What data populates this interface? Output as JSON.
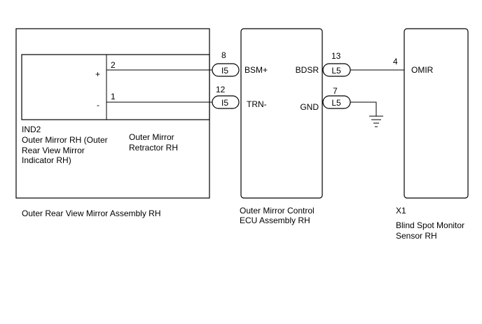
{
  "assembly_rh": {
    "name": "Outer Rear View Mirror Assembly RH",
    "indicator": {
      "code": "IND2",
      "name_lines": [
        "Outer Mirror RH (Outer",
        "Rear View Mirror",
        "Indicator RH)"
      ]
    },
    "retractor": {
      "name_lines": [
        "Outer Mirror",
        "Retractor RH"
      ],
      "plus_sign": "+",
      "minus_sign": "-"
    }
  },
  "ecu": {
    "name_lines": [
      "Outer Mirror Control",
      "ECU Assembly RH"
    ],
    "terminals_left": [
      "BSM+",
      "TRN-"
    ],
    "terminals_right": [
      "BDSR",
      "GND"
    ]
  },
  "sensor": {
    "code": "X1",
    "name_lines": [
      "Blind Spot Monitor",
      "Sensor RH"
    ],
    "terminal": "OMIR"
  },
  "wires": [
    {
      "from_pin": "2",
      "to_pin": "8",
      "connector": "I5"
    },
    {
      "from_pin": "1",
      "to_pin": "12",
      "connector": "I5"
    },
    {
      "from_pin": "13",
      "to_pin": "4",
      "connector": "L5"
    },
    {
      "from_pin": "7",
      "connector": "L5"
    }
  ]
}
